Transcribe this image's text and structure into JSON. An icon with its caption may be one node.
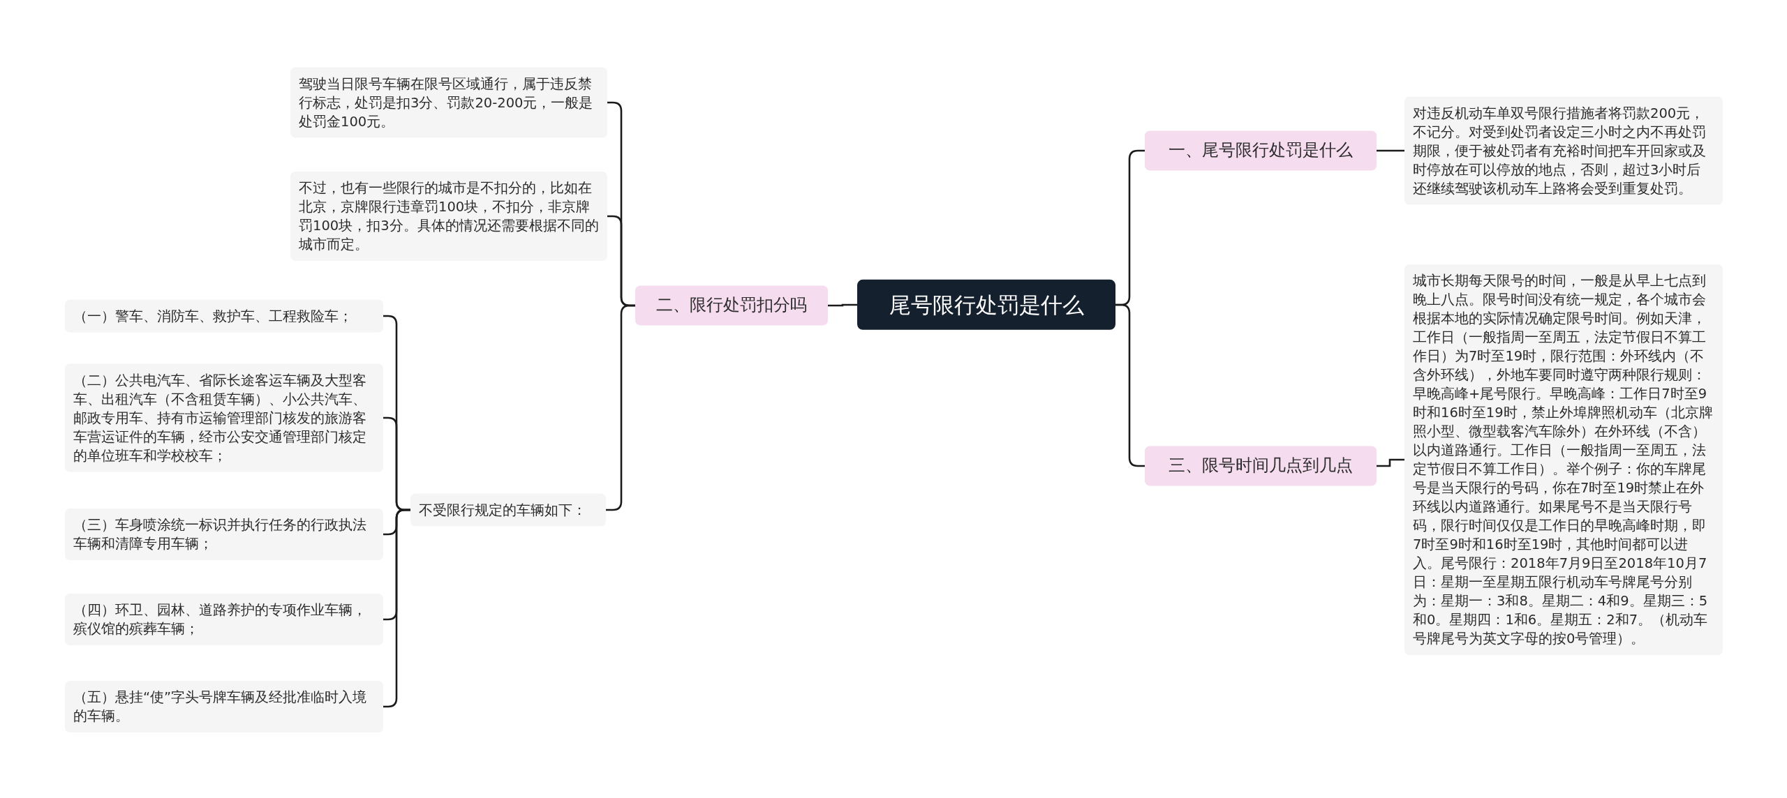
{
  "diagram": {
    "nodes": [
      {
        "text": [
          "尾号限行处罚是什么"
        ]
      },
      {
        "text": [
          "二、限行处罚扣分吗"
        ]
      },
      {
        "text": [
          "驾驶当日限号车辆在限号区域通行，属于违反禁行标志，处罚是扣3分、罚款20-200元，一般是处罚金100元。"
        ]
      },
      {
        "text": [
          "不过，也有一些限行的城市是不扣分的，比如在北京，京牌限行违章罚100块，不扣分，非京牌罚100块，扣3分。具体的情况还需要根据不同的城市而定。"
        ]
      },
      {
        "text": [
          "不受限行规定的车辆如下："
        ]
      },
      {
        "text": [
          "（一）警车、消防车、救护车、工程救险车；"
        ]
      },
      {
        "text": [
          "（二）公共电汽车、省际长途客运车辆及大型客车、出租汽车（不含租赁车辆）、小公共汽车、邮政专用车、持有市运输管理部门核发的旅游客车营运证件的车辆，经市公安交通管理部门核定的单位班车和学校校车；"
        ]
      },
      {
        "text": [
          "（三）车身喷涂统一标识并执行任务的行政执法车辆和清障专用车辆；"
        ]
      },
      {
        "text": [
          "（四）环卫、园林、道路养护的专项作业车辆，殡仪馆的殡葬车辆；"
        ]
      },
      {
        "text": [
          "（五）悬挂“使”字头号牌车辆及经批准临时入境的车辆。"
        ]
      },
      {
        "text": [
          "一、尾号限行处罚是什么"
        ]
      },
      {
        "text": [
          "对违反机动车单双号限行措施者将罚款200元，不记分。对受到处罚者设定三小时之内不再处罚期限，便于被处罚者有充裕时间把车开回家或及时停放在可以停放的地点，否则，超过3小时后还继续驾驶该机动车上路将会受到重复处罚。"
        ]
      },
      {
        "text": [
          "三、限号时间几点到几点"
        ]
      },
      {
        "text": [
          "城市长期每天限号的时间，一般是从早上七点到晚上八点。限号时间没有统一规定，各个城市会根据本地的实际情况确定限号时间。例如天津，工作日（一般指周一至周五，法定节假日不算工作日）为7时至19时，限行范围：外环线内（不含外环线），外地车要同时遵守两种限行规则：早晚高峰+尾号限行。早晚高峰：工作日7时至9时和16时至19时，禁止外埠牌照机动车（北京牌照小型、微型载客汽车除外）在外环线（不含）以内道路通行。工作日（一般指周一至周五，法定节假日不算工作日）。举个例子：你的车牌尾号是当天限行的号码，你在7时至19时禁止在外环线以内道路通行。如果尾号不是当天限行号码，限行时间仅仅是工作日的早晚高峰时期，即7时至9时和16时至19时，其他时间都可以进入。尾号限行：2018年7月9日至2018年10月7日：星期一至星期五限行机动车号牌尾号分别为：星期一：3和8。星期二：4和9。星期三：5和0。星期四：1和6。星期五：2和7。（机动车号牌尾号为英文字母的按0号管理）。"
        ]
      }
    ],
    "edges": [
      {
        "from": 0,
        "to": 10,
        "arrow": "none"
      },
      {
        "from": 0,
        "to": 12,
        "arrow": "none"
      },
      {
        "from": 0,
        "to": 1,
        "arrow": "none"
      },
      {
        "from": 10,
        "to": 11,
        "arrow": "none"
      },
      {
        "from": 12,
        "to": 13,
        "arrow": "none"
      },
      {
        "from": 1,
        "to": 2,
        "arrow": "none"
      },
      {
        "from": 1,
        "to": 3,
        "arrow": "none"
      },
      {
        "from": 1,
        "to": 4,
        "arrow": "none"
      },
      {
        "from": 4,
        "to": 5,
        "arrow": "none"
      },
      {
        "from": 4,
        "to": 6,
        "arrow": "none"
      },
      {
        "from": 4,
        "to": 7,
        "arrow": "none"
      },
      {
        "from": 4,
        "to": 8,
        "arrow": "none"
      },
      {
        "from": 4,
        "to": 9,
        "arrow": "none"
      }
    ]
  }
}
